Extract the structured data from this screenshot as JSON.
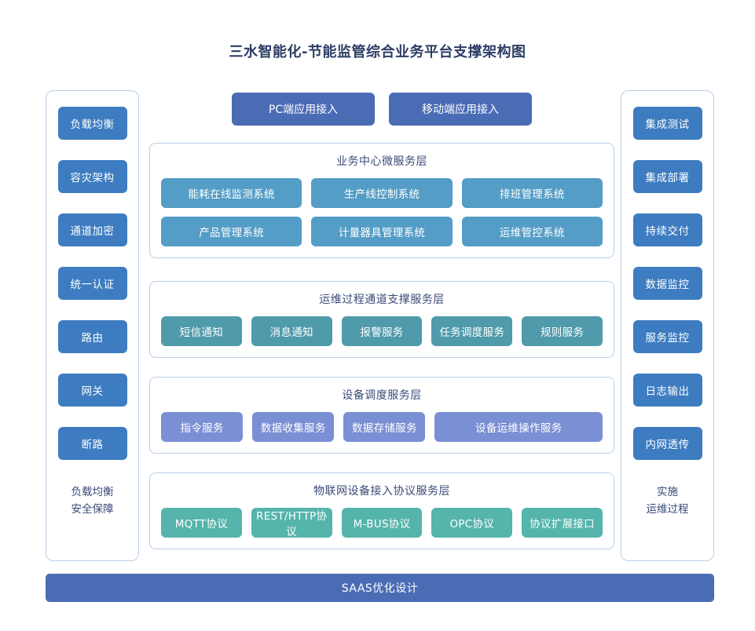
{
  "page": {
    "title": "三水智能化-节能监管综合业务平台支撑架构图",
    "background": "#ffffff",
    "accent_dark_blue": "#4a6cb5",
    "accent_sidebar_blue": "#3d7cc0",
    "accent_business_blue": "#549dc6",
    "accent_ops_teal": "#4f9aab",
    "accent_device_periwinkle": "#7b8fd4",
    "accent_protocol_green": "#55b4ab",
    "border_blue": "#b9cfe8",
    "title_color": "#2e3d66"
  },
  "left_column": {
    "items": [
      {
        "label": "负载均衡"
      },
      {
        "label": "容灾架构"
      },
      {
        "label": "通道加密"
      },
      {
        "label": "统一认证"
      },
      {
        "label": "路由"
      },
      {
        "label": "网关"
      },
      {
        "label": "断路"
      }
    ],
    "caption_line1": "负载均衡",
    "caption_line2": "安全保障"
  },
  "right_column": {
    "items": [
      {
        "label": "集成测试"
      },
      {
        "label": "集成部署"
      },
      {
        "label": "持续交付"
      },
      {
        "label": "数据监控"
      },
      {
        "label": "服务监控"
      },
      {
        "label": "日志输出"
      },
      {
        "label": "内网透传"
      }
    ],
    "caption_line1": "实施",
    "caption_line2": "运维过程"
  },
  "access_row": {
    "items": [
      {
        "label": "PC端应用接入"
      },
      {
        "label": "移动端应用接入"
      }
    ]
  },
  "layers": {
    "business": {
      "title": "业务中心微服务层",
      "row1": [
        {
          "label": "能耗在线监测系统"
        },
        {
          "label": "生产线控制系统"
        },
        {
          "label": "排班管理系统"
        }
      ],
      "row2": [
        {
          "label": "产品管理系统"
        },
        {
          "label": "计量器具管理系统"
        },
        {
          "label": "运维管控系统"
        }
      ]
    },
    "ops": {
      "title": "运维过程通道支撑服务层",
      "items": [
        {
          "label": "短信通知"
        },
        {
          "label": "消息通知"
        },
        {
          "label": "报警服务"
        },
        {
          "label": "任务调度服务"
        },
        {
          "label": "规则服务"
        }
      ]
    },
    "device": {
      "title": "设备调度服务层",
      "items": [
        {
          "label": "指令服务",
          "grow": 1
        },
        {
          "label": "数据收集服务",
          "grow": 1
        },
        {
          "label": "数据存储服务",
          "grow": 1
        },
        {
          "label": "设备运维操作服务",
          "grow": 2
        }
      ]
    },
    "protocol": {
      "title": "物联网设备接入协议服务层",
      "items": [
        {
          "label": "MQTT协议"
        },
        {
          "label": "REST/HTTP协议"
        },
        {
          "label": "M-BUS协议"
        },
        {
          "label": "OPC协议"
        },
        {
          "label": "协议扩展接口"
        }
      ]
    }
  },
  "bottom_bar": {
    "label": "SAAS优化设计"
  }
}
